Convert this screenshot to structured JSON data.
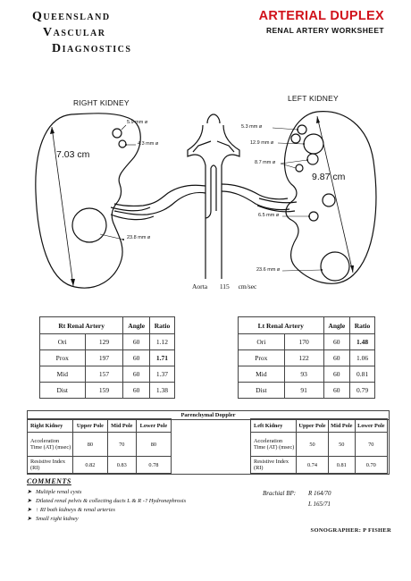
{
  "header": {
    "brand_line1": "Queensland",
    "brand_line2": "Vascular",
    "brand_line3": "Diagnostics",
    "title": "ARTERIAL DUPLEX",
    "subtitle": "RENAL ARTERY WORKSHEET"
  },
  "diagram": {
    "right_kidney_label": "RIGHT KIDNEY",
    "left_kidney_label": "LEFT KIDNEY",
    "right_length": "7.03 cm",
    "left_length": "9.87 cm",
    "rk_cyst_1": "5.9 mm ø",
    "rk_cyst_2": "4.3 mm ø",
    "rk_cyst_3": "23.8 mm ø",
    "lk_cyst_1": "5.3 mm ø",
    "lk_cyst_2": "12.9 mm ø",
    "lk_cyst_3": "8.7 mm ø",
    "lk_cyst_4": "6.5 mm ø",
    "lk_cyst_5": "23.6 mm ø",
    "aorta_label": "Aorta",
    "aorta_value": "115",
    "aorta_unit": "cm/sec"
  },
  "rt_table": {
    "headers": [
      "Rt Renal Artery",
      "Angle",
      "Ratio"
    ],
    "rows": [
      [
        "Ori",
        "129",
        "60",
        "1.12"
      ],
      [
        "Prox",
        "197",
        "60",
        "1.71"
      ],
      [
        "Mid",
        "157",
        "60",
        "1.37"
      ],
      [
        "Dist",
        "159",
        "60",
        "1.38"
      ]
    ]
  },
  "lt_table": {
    "headers": [
      "Lt Renal Artery",
      "Angle",
      "Ratio"
    ],
    "rows": [
      [
        "Ori",
        "170",
        "60",
        "1.48"
      ],
      [
        "Prox",
        "122",
        "60",
        "1.06"
      ],
      [
        "Mid",
        "93",
        "60",
        "0.81"
      ],
      [
        "Dist",
        "91",
        "60",
        "0.79"
      ]
    ]
  },
  "parenchymal": {
    "title": "Parenchymal Doppler",
    "right": {
      "header": [
        "Right Kidney",
        "Upper Pole",
        "Mid Pole",
        "Lower Pole"
      ],
      "at_label": "Acceleration Time (AT) (msec)",
      "at": [
        "80",
        "70",
        "80"
      ],
      "ri_label": "Resistive Index (RI)",
      "ri": [
        "0.82",
        "0.83",
        "0.78"
      ]
    },
    "left": {
      "header": [
        "Left Kidney",
        "Upper Pole",
        "Mid Pole",
        "Lower Pole"
      ],
      "at_label": "Acceleration Time (AT) (msec)",
      "at": [
        "50",
        "50",
        "70"
      ],
      "ri_label": "Resistive Index (RI)",
      "ri": [
        "0.74",
        "0.81",
        "0.70"
      ]
    }
  },
  "comments": {
    "heading": "COMMENTS",
    "items": [
      "Multiple renal cysts",
      "Dilated renal pelvis & collecting ducts L & R -? Hydronephrosis",
      "↑ RI both kidneys & renal arteries",
      "Small right kidney"
    ],
    "bp_label": "Brachial BP:",
    "bp_right": "R 164/70",
    "bp_left": "L 165/71",
    "sonographer": "SONOGRAPHER: P FISHER"
  }
}
